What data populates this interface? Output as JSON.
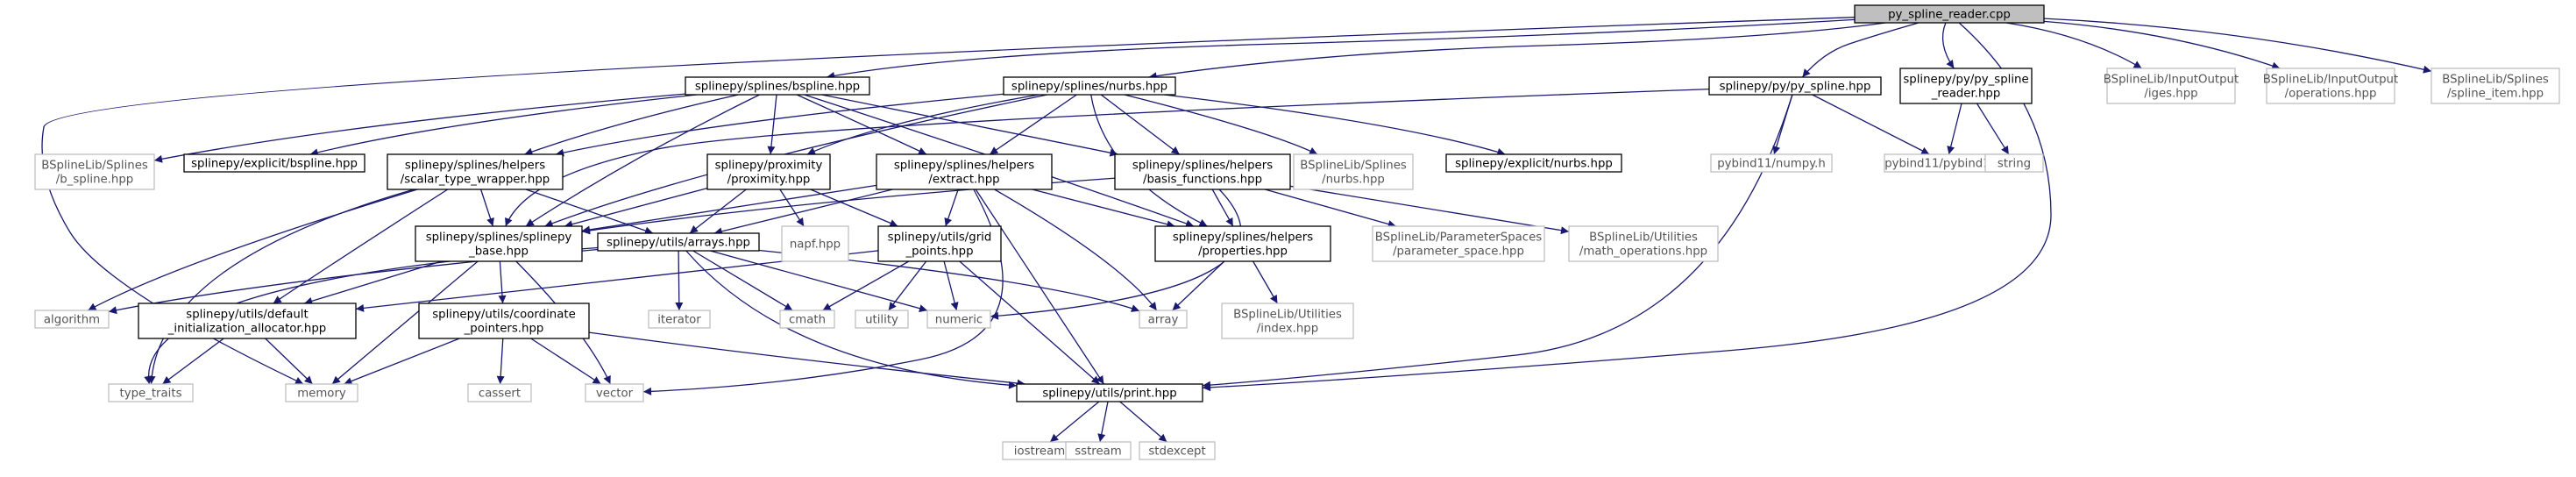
{
  "graph": {
    "colors": {
      "edge": "#191970",
      "root_fill": "#bfbfbf",
      "internal_border": "#000000",
      "external_border": "#bfbfbf",
      "external_text": "#555555"
    },
    "nodes": [
      {
        "id": "root",
        "kind": "root",
        "lines": [
          "py_spline_reader.cpp"
        ]
      },
      {
        "id": "bspline",
        "kind": "internal",
        "lines": [
          "splinepy/splines/bspline.hpp"
        ]
      },
      {
        "id": "nurbs",
        "kind": "internal",
        "lines": [
          "splinepy/splines/nurbs.hpp"
        ]
      },
      {
        "id": "py_spline",
        "kind": "internal",
        "lines": [
          "splinepy/py/py_spline.hpp"
        ]
      },
      {
        "id": "py_spline_reader",
        "kind": "internal",
        "lines": [
          "splinepy/py/py_spline",
          "_reader.hpp"
        ]
      },
      {
        "id": "io_iges",
        "kind": "external",
        "lines": [
          "BSplineLib/InputOutput",
          "/iges.hpp"
        ]
      },
      {
        "id": "io_operations",
        "kind": "external",
        "lines": [
          "BSplineLib/InputOutput",
          "/operations.hpp"
        ]
      },
      {
        "id": "spline_item",
        "kind": "external",
        "lines": [
          "BSplineLib/Splines",
          "/spline_item.hpp"
        ]
      },
      {
        "id": "b_spline_lib",
        "kind": "external",
        "lines": [
          "BSplineLib/Splines",
          "/b_spline.hpp"
        ]
      },
      {
        "id": "explicit_bspline",
        "kind": "internal",
        "lines": [
          "splinepy/explicit/bspline.hpp"
        ]
      },
      {
        "id": "scalar_type_wrapper",
        "kind": "internal",
        "lines": [
          "splinepy/splines/helpers",
          "/scalar_type_wrapper.hpp"
        ]
      },
      {
        "id": "proximity",
        "kind": "internal",
        "lines": [
          "splinepy/proximity",
          "/proximity.hpp"
        ]
      },
      {
        "id": "extract",
        "kind": "internal",
        "lines": [
          "splinepy/splines/helpers",
          "/extract.hpp"
        ]
      },
      {
        "id": "basis_functions",
        "kind": "internal",
        "lines": [
          "splinepy/splines/helpers",
          "/basis_functions.hpp"
        ]
      },
      {
        "id": "nurbs_lib",
        "kind": "external",
        "lines": [
          "BSplineLib/Splines",
          "/nurbs.hpp"
        ]
      },
      {
        "id": "explicit_nurbs",
        "kind": "internal",
        "lines": [
          "splinepy/explicit/nurbs.hpp"
        ]
      },
      {
        "id": "numpy",
        "kind": "external",
        "lines": [
          "pybind11/numpy.h"
        ]
      },
      {
        "id": "pybind11",
        "kind": "external",
        "lines": [
          "pybind11/pybind11.h"
        ]
      },
      {
        "id": "string",
        "kind": "external",
        "lines": [
          "string"
        ]
      },
      {
        "id": "splinepy_base",
        "kind": "internal",
        "lines": [
          "splinepy/splines/splinepy",
          "_base.hpp"
        ]
      },
      {
        "id": "arrays",
        "kind": "internal",
        "lines": [
          "splinepy/utils/arrays.hpp"
        ]
      },
      {
        "id": "nanoflann",
        "kind": "external",
        "lines": [
          "napf.hpp"
        ]
      },
      {
        "id": "grid_points",
        "kind": "internal",
        "lines": [
          "splinepy/utils/grid",
          "_points.hpp"
        ]
      },
      {
        "id": "properties",
        "kind": "internal",
        "lines": [
          "splinepy/splines/helpers",
          "/properties.hpp"
        ]
      },
      {
        "id": "parameter_space",
        "kind": "external",
        "lines": [
          "BSplineLib/ParameterSpaces",
          "/parameter_space.hpp"
        ]
      },
      {
        "id": "math_operations",
        "kind": "external",
        "lines": [
          "BSplineLib/Utilities",
          "/math_operations.hpp"
        ]
      },
      {
        "id": "algorithm",
        "kind": "external",
        "lines": [
          "algorithm"
        ]
      },
      {
        "id": "default_alloc",
        "kind": "internal",
        "lines": [
          "splinepy/utils/default",
          "_initialization_allocator.hpp"
        ]
      },
      {
        "id": "coordinate_pointers",
        "kind": "internal",
        "lines": [
          "splinepy/utils/coordinate",
          "_pointers.hpp"
        ]
      },
      {
        "id": "iterator",
        "kind": "external",
        "lines": [
          "iterator"
        ]
      },
      {
        "id": "cmath",
        "kind": "external",
        "lines": [
          "cmath"
        ]
      },
      {
        "id": "utility",
        "kind": "external",
        "lines": [
          "utility"
        ]
      },
      {
        "id": "numeric",
        "kind": "external",
        "lines": [
          "numeric"
        ]
      },
      {
        "id": "array",
        "kind": "external",
        "lines": [
          "array"
        ]
      },
      {
        "id": "util_index",
        "kind": "external",
        "lines": [
          "BSplineLib/Utilities",
          "/index.hpp"
        ]
      },
      {
        "id": "type_traits",
        "kind": "external",
        "lines": [
          "type_traits"
        ]
      },
      {
        "id": "memory",
        "kind": "external",
        "lines": [
          "memory"
        ]
      },
      {
        "id": "cassert",
        "kind": "external",
        "lines": [
          "cassert"
        ]
      },
      {
        "id": "vector",
        "kind": "external",
        "lines": [
          "vector"
        ]
      },
      {
        "id": "print",
        "kind": "internal",
        "lines": [
          "splinepy/utils/print.hpp"
        ]
      },
      {
        "id": "iostream",
        "kind": "external",
        "lines": [
          "iostream"
        ]
      },
      {
        "id": "sstream",
        "kind": "external",
        "lines": [
          "sstream"
        ]
      },
      {
        "id": "stdexcept",
        "kind": "external",
        "lines": [
          "stdexcept"
        ]
      }
    ]
  }
}
